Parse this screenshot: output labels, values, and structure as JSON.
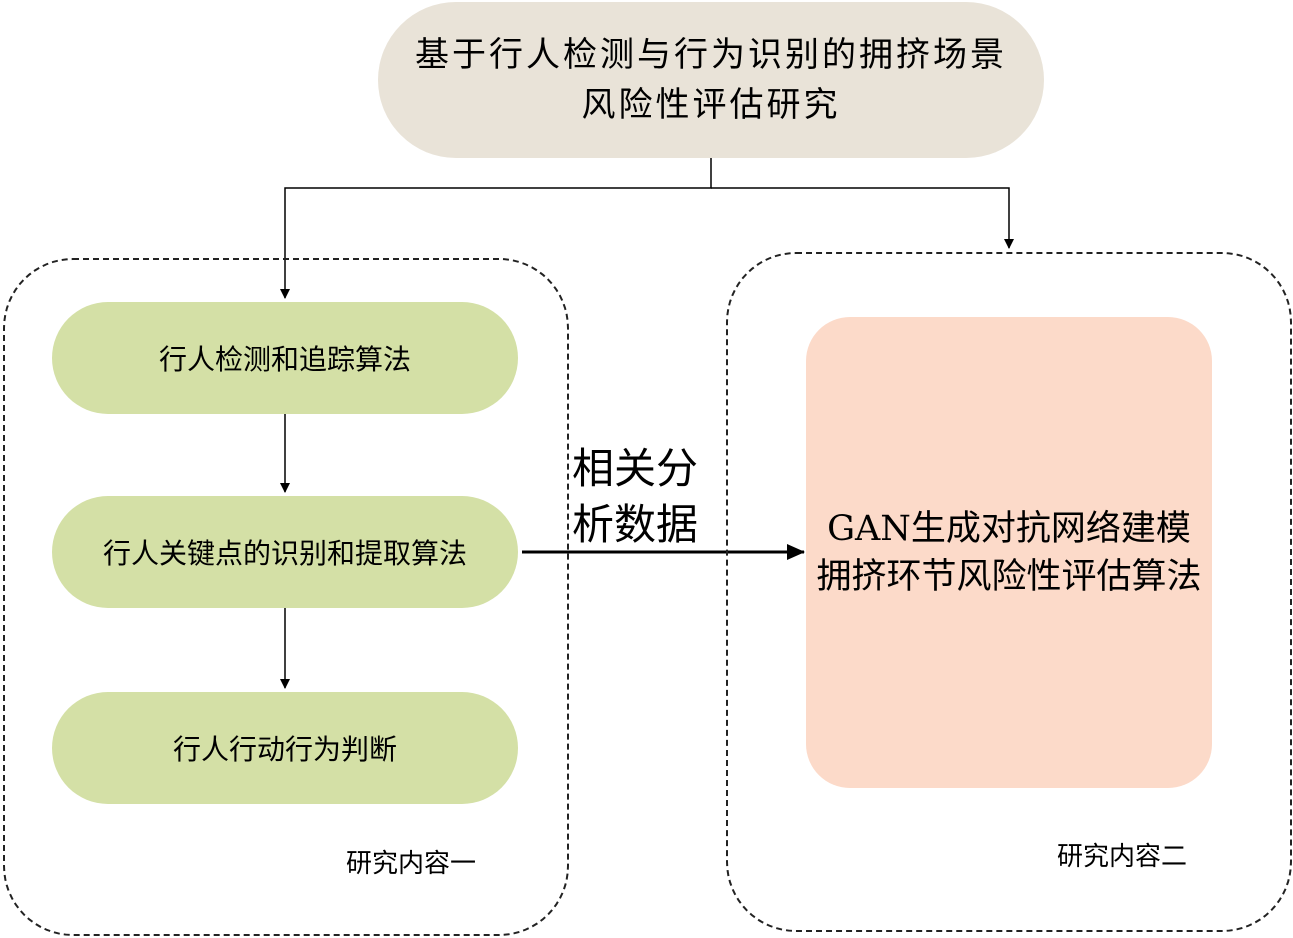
{
  "title": "基于行人检测与行为识别的拥挤场景风险性评估研究",
  "research_one": {
    "label": "研究内容一",
    "steps": [
      "行人检测和追踪算法",
      "行人关键点的识别和提取算法",
      "行人行动行为判断"
    ]
  },
  "research_two": {
    "label": "研究内容二",
    "node": "GAN生成对抗网络建模拥挤环节风险性评估算法"
  },
  "relation": "相关分析数据",
  "colors": {
    "title_fill": "#e9e3d8",
    "step_fill": "#d4e0a6",
    "risk_fill": "#fcdac9",
    "line": "#000000"
  }
}
